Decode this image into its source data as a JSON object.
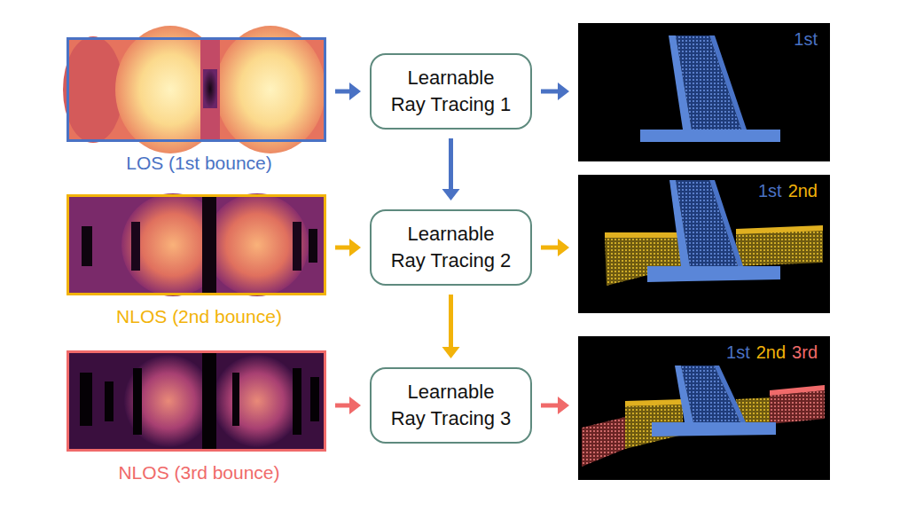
{
  "diagram": {
    "nodes": [
      {
        "text": [
          "LOS (1st bounce)"
        ]
      },
      {
        "text": [
          "Learnable Ray Tracing 1"
        ]
      },
      {
        "text": [
          "1st"
        ]
      },
      {
        "text": [
          "NLOS (2nd bounce)"
        ]
      },
      {
        "text": [
          "Learnable Ray Tracing 2"
        ]
      },
      {
        "text": [
          "1st",
          "2nd"
        ]
      },
      {
        "text": [
          "NLOS (3rd bounce)"
        ]
      },
      {
        "text": [
          "Learnable Ray Tracing 3"
        ]
      },
      {
        "text": [
          "1st",
          "2nd",
          "3rd"
        ]
      }
    ],
    "edges": [
      {
        "from": 0,
        "to": 1,
        "arrow": "to"
      },
      {
        "from": 1,
        "to": 2,
        "arrow": "to"
      },
      {
        "from": 1,
        "to": 4,
        "arrow": "to"
      },
      {
        "from": 3,
        "to": 4,
        "arrow": "to"
      },
      {
        "from": 4,
        "to": 5,
        "arrow": "to"
      },
      {
        "from": 4,
        "to": 7,
        "arrow": "to"
      },
      {
        "from": 6,
        "to": 7,
        "arrow": "to"
      },
      {
        "from": 7,
        "to": 8,
        "arrow": "to"
      }
    ]
  }
}
